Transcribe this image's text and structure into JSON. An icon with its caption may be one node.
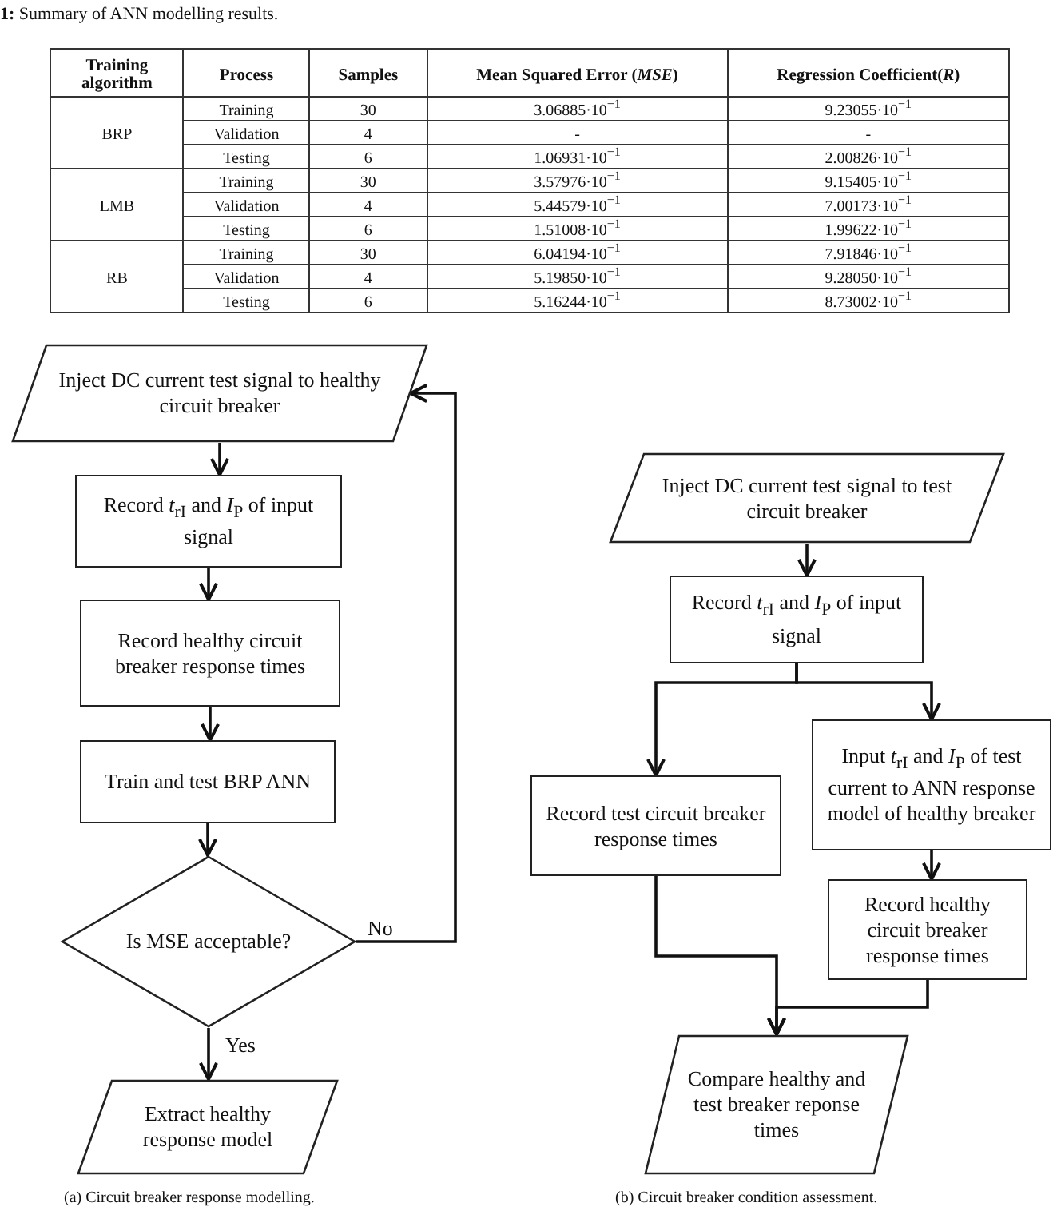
{
  "diagram": {
    "title": "**1:** Summary of ANN modelling results.",
    "nodes": [
      {
        "text": [
          "Inject DC current test signal to healthy circuit breaker"
        ]
      },
      {
        "text": [
          "Record *t*$_{rI}$ and *I*$_{P}$ of input signal"
        ]
      },
      {
        "text": [
          "Record healthy circuit breaker response times"
        ]
      },
      {
        "text": [
          "Train and test BRP ANN"
        ]
      },
      {
        "text": [
          "Is MSE acceptable?"
        ]
      },
      {
        "text": [
          "Extract healthy response model"
        ]
      },
      {
        "text": [
          "Inject DC current test signal to test circuit breaker"
        ]
      },
      {
        "text": [
          "Record *t*$_{rI}$ and *I*$_{P}$ of input signal"
        ]
      },
      {
        "text": [
          "Record test circuit breaker response times"
        ]
      },
      {
        "text": [
          "Input *t*$_{rI}$ and *I*$_{P}$ of test current to ANN response model of healthy breaker"
        ]
      },
      {
        "text": [
          "Record healthy circuit breaker response times"
        ]
      },
      {
        "text": [
          "Compare healthy and test breaker reponse times"
        ]
      }
    ],
    "edges": [
      {
        "from": 0,
        "to": 1,
        "arrow": "to"
      },
      {
        "from": 1,
        "to": 2,
        "arrow": "to"
      },
      {
        "from": 2,
        "to": 3,
        "arrow": "to"
      },
      {
        "from": 3,
        "to": 4,
        "arrow": "to"
      },
      {
        "from": 4,
        "to": 5,
        "arrow": "to",
        "label": "Yes"
      },
      {
        "from": 4,
        "to": 0,
        "arrow": "to",
        "label": "No"
      },
      {
        "from": 6,
        "to": 7,
        "arrow": "to"
      },
      {
        "from": 7,
        "to": 8,
        "arrow": "to"
      },
      {
        "from": 7,
        "to": 9,
        "arrow": "to"
      },
      {
        "from": 9,
        "to": 10,
        "arrow": "to"
      },
      {
        "from": 8,
        "to": 11,
        "arrow": "to"
      },
      {
        "from": 10,
        "to": 11,
        "arrow": "to"
      }
    ],
    "labels": [
      "Training algorithm",
      "Process",
      "Samples",
      "Mean Squared Error (*MSE*)",
      "Regression Coefficient(*R*)",
      "BRP",
      "Training",
      "30",
      "3.06885·10$^{−1}$",
      "9.23055·10$^{−1}$",
      "Validation",
      "4",
      "-",
      "-",
      "Testing",
      "6",
      "1.06931·10$^{−1}$",
      "2.00826·10$^{−1}$",
      "LMB",
      "Training",
      "30",
      "3.57976·10$^{−1}$",
      "9.15405·10$^{−1}$",
      "Validation",
      "4",
      "5.44579·10$^{−1}$",
      "7.00173·10$^{−1}$",
      "Testing",
      "6",
      "1.51008·10$^{−1}$",
      "1.99622·10$^{−1}$",
      "RB",
      "Training",
      "30",
      "6.04194·10$^{−1}$",
      "7.91846·10$^{−1}$",
      "Validation",
      "4",
      "5.19850·10$^{−1}$",
      "9.28050·10$^{−1}$",
      "Testing",
      "6",
      "5.16244·10$^{−1}$",
      "8.73002·10$^{−1}$",
      "(a) Circuit breaker response modelling.",
      "(b) Circuit breaker condition assessment."
    ]
  }
}
